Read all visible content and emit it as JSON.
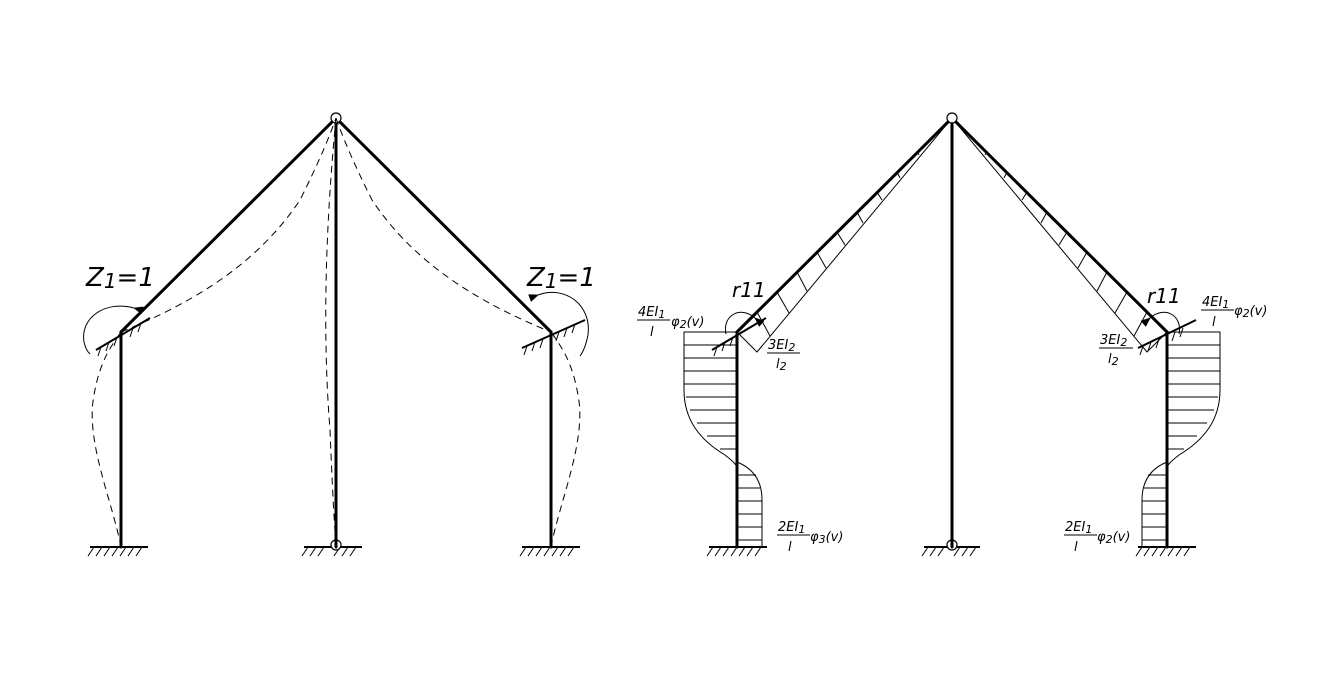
{
  "left_diagram": {
    "z_left": "Z",
    "z_left_sub": "1",
    "z_left_eq": "=1",
    "z_right": "Z",
    "z_right_sub": "1",
    "z_right_eq": "=1"
  },
  "right_diagram": {
    "r11_left": "r11",
    "r11_right": "r11",
    "left_top_num": "4EI",
    "left_top_num_sub": "1",
    "left_top_den": "l",
    "left_top_phi": "φ",
    "left_top_phi_sub": "2",
    "left_top_arg": "(v)",
    "left_mid_num": "3EI",
    "left_mid_num_sub": "2",
    "left_mid_den": "l",
    "left_mid_den_sub": "2",
    "left_bot_num": "2EI",
    "left_bot_num_sub": "1",
    "left_bot_den": "l",
    "left_bot_phi": "φ",
    "left_bot_phi_sub": "3",
    "left_bot_arg": "(v)",
    "right_top_num": "4EI",
    "right_top_num_sub": "1",
    "right_top_den": "l",
    "right_top_phi": "φ",
    "right_top_phi_sub": "2",
    "right_top_arg": "(v)",
    "right_mid_num": "3EI",
    "right_mid_num_sub": "2",
    "right_mid_den": "l",
    "right_mid_den_sub": "2",
    "right_bot_num": "2EI",
    "right_bot_num_sub": "1",
    "right_bot_den": "l",
    "right_bot_phi": "φ",
    "right_bot_phi_sub": "2",
    "right_bot_arg": "(v)"
  }
}
